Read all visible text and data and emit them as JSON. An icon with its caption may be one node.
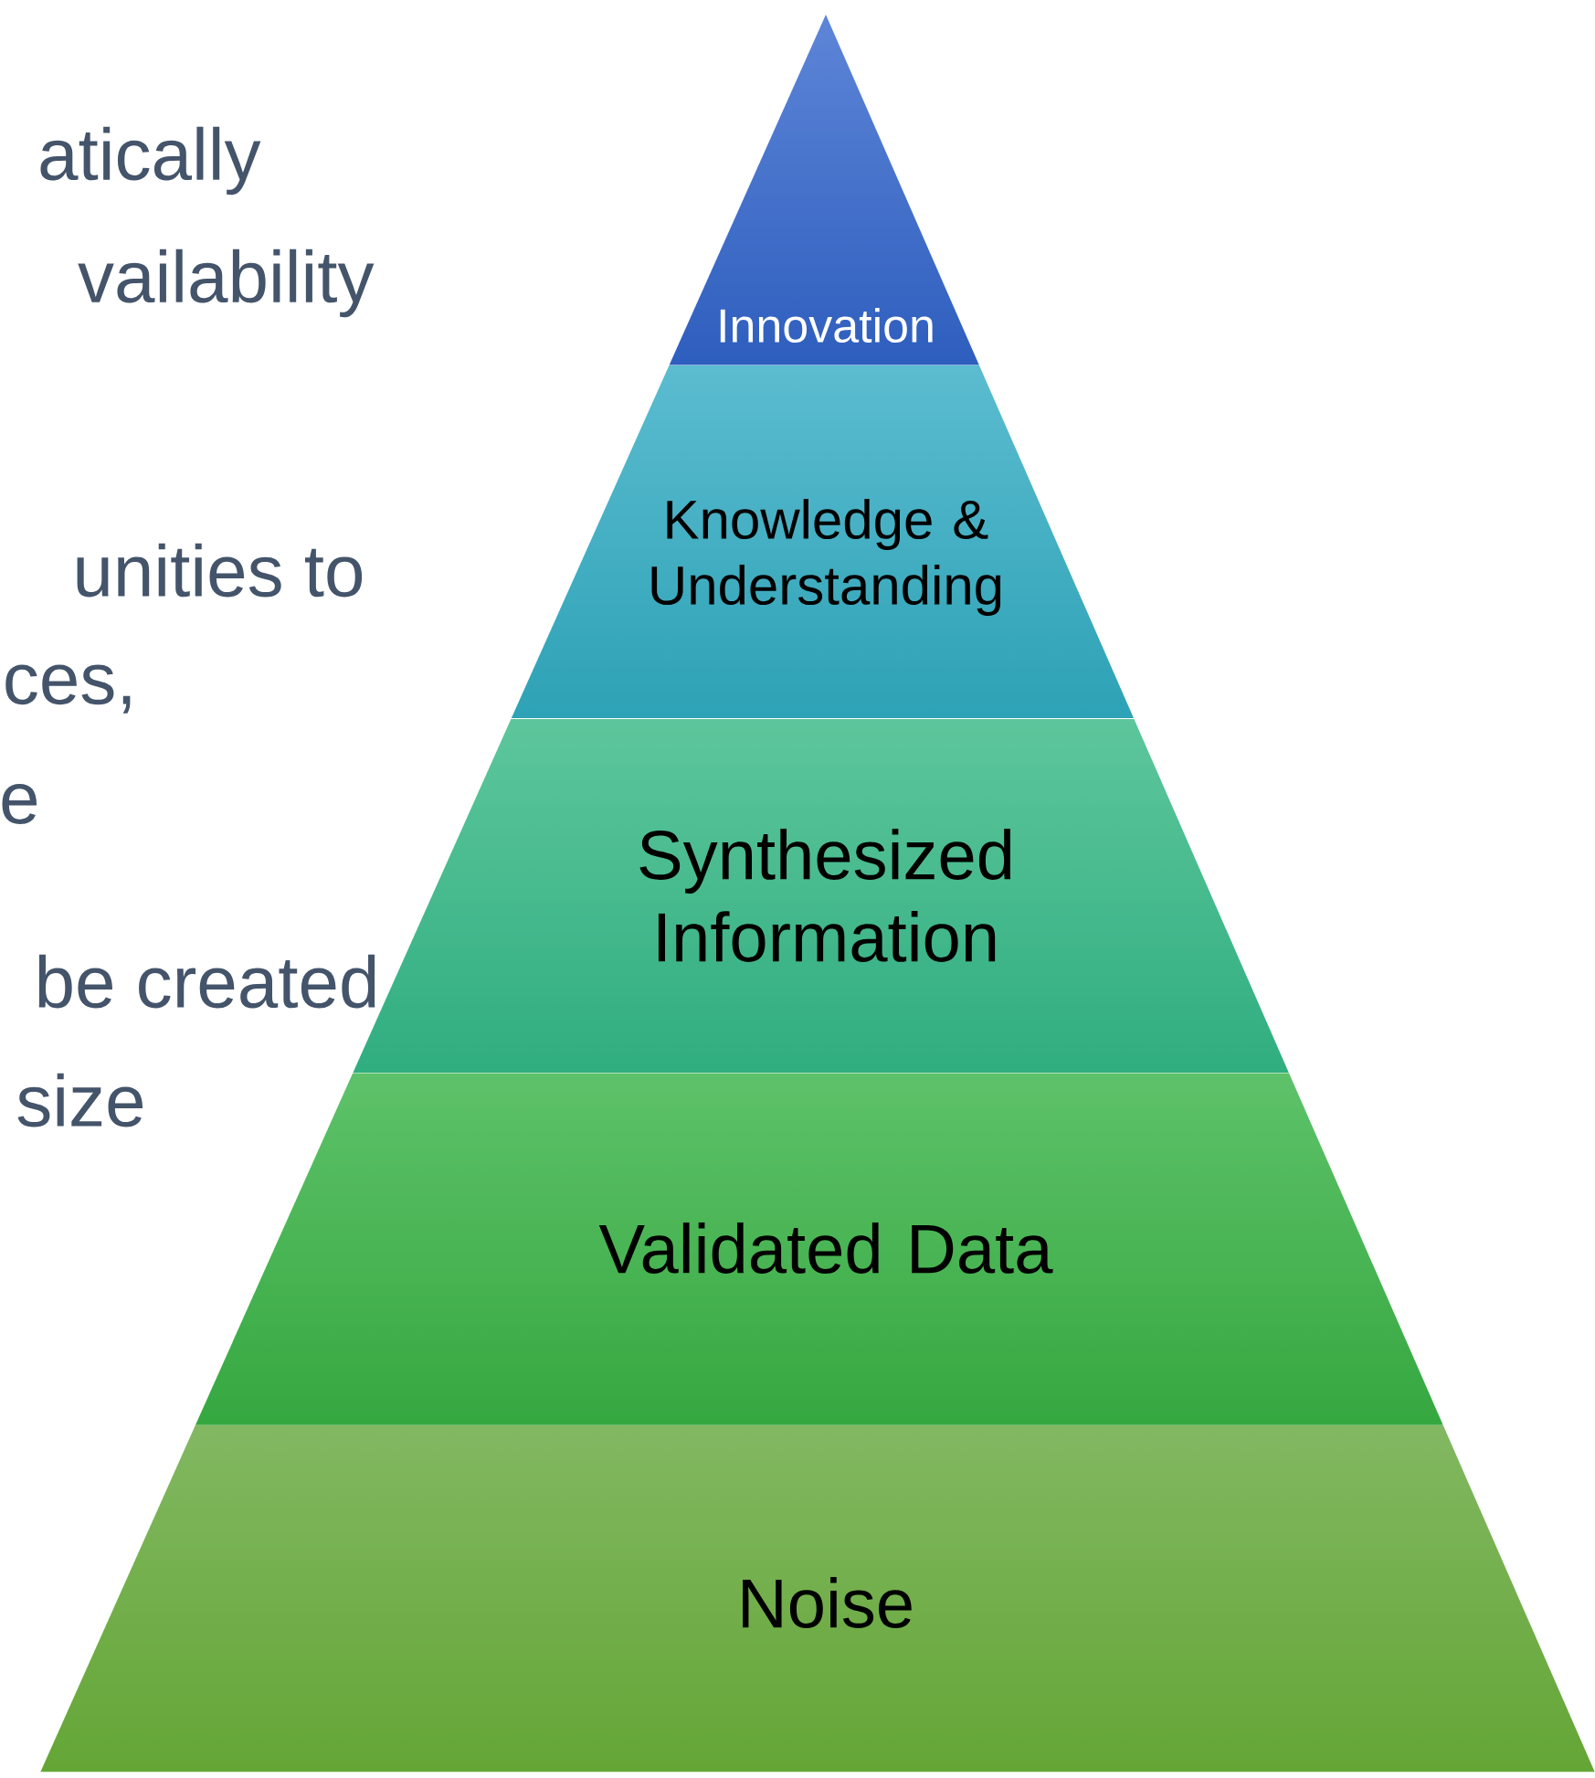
{
  "diagram": {
    "nodes": [
      {
        "text": [
          "Innovation"
        ]
      },
      {
        "text": [
          "Knowledge & Understanding"
        ]
      },
      {
        "text": [
          "Synthesized Information"
        ]
      },
      {
        "text": [
          "Validated Data"
        ]
      },
      {
        "text": [
          "Noise"
        ]
      }
    ],
    "labels": [
      "atically",
      "vailability",
      "unities to",
      "ces,",
      "e",
      "be created",
      "size"
    ]
  }
}
